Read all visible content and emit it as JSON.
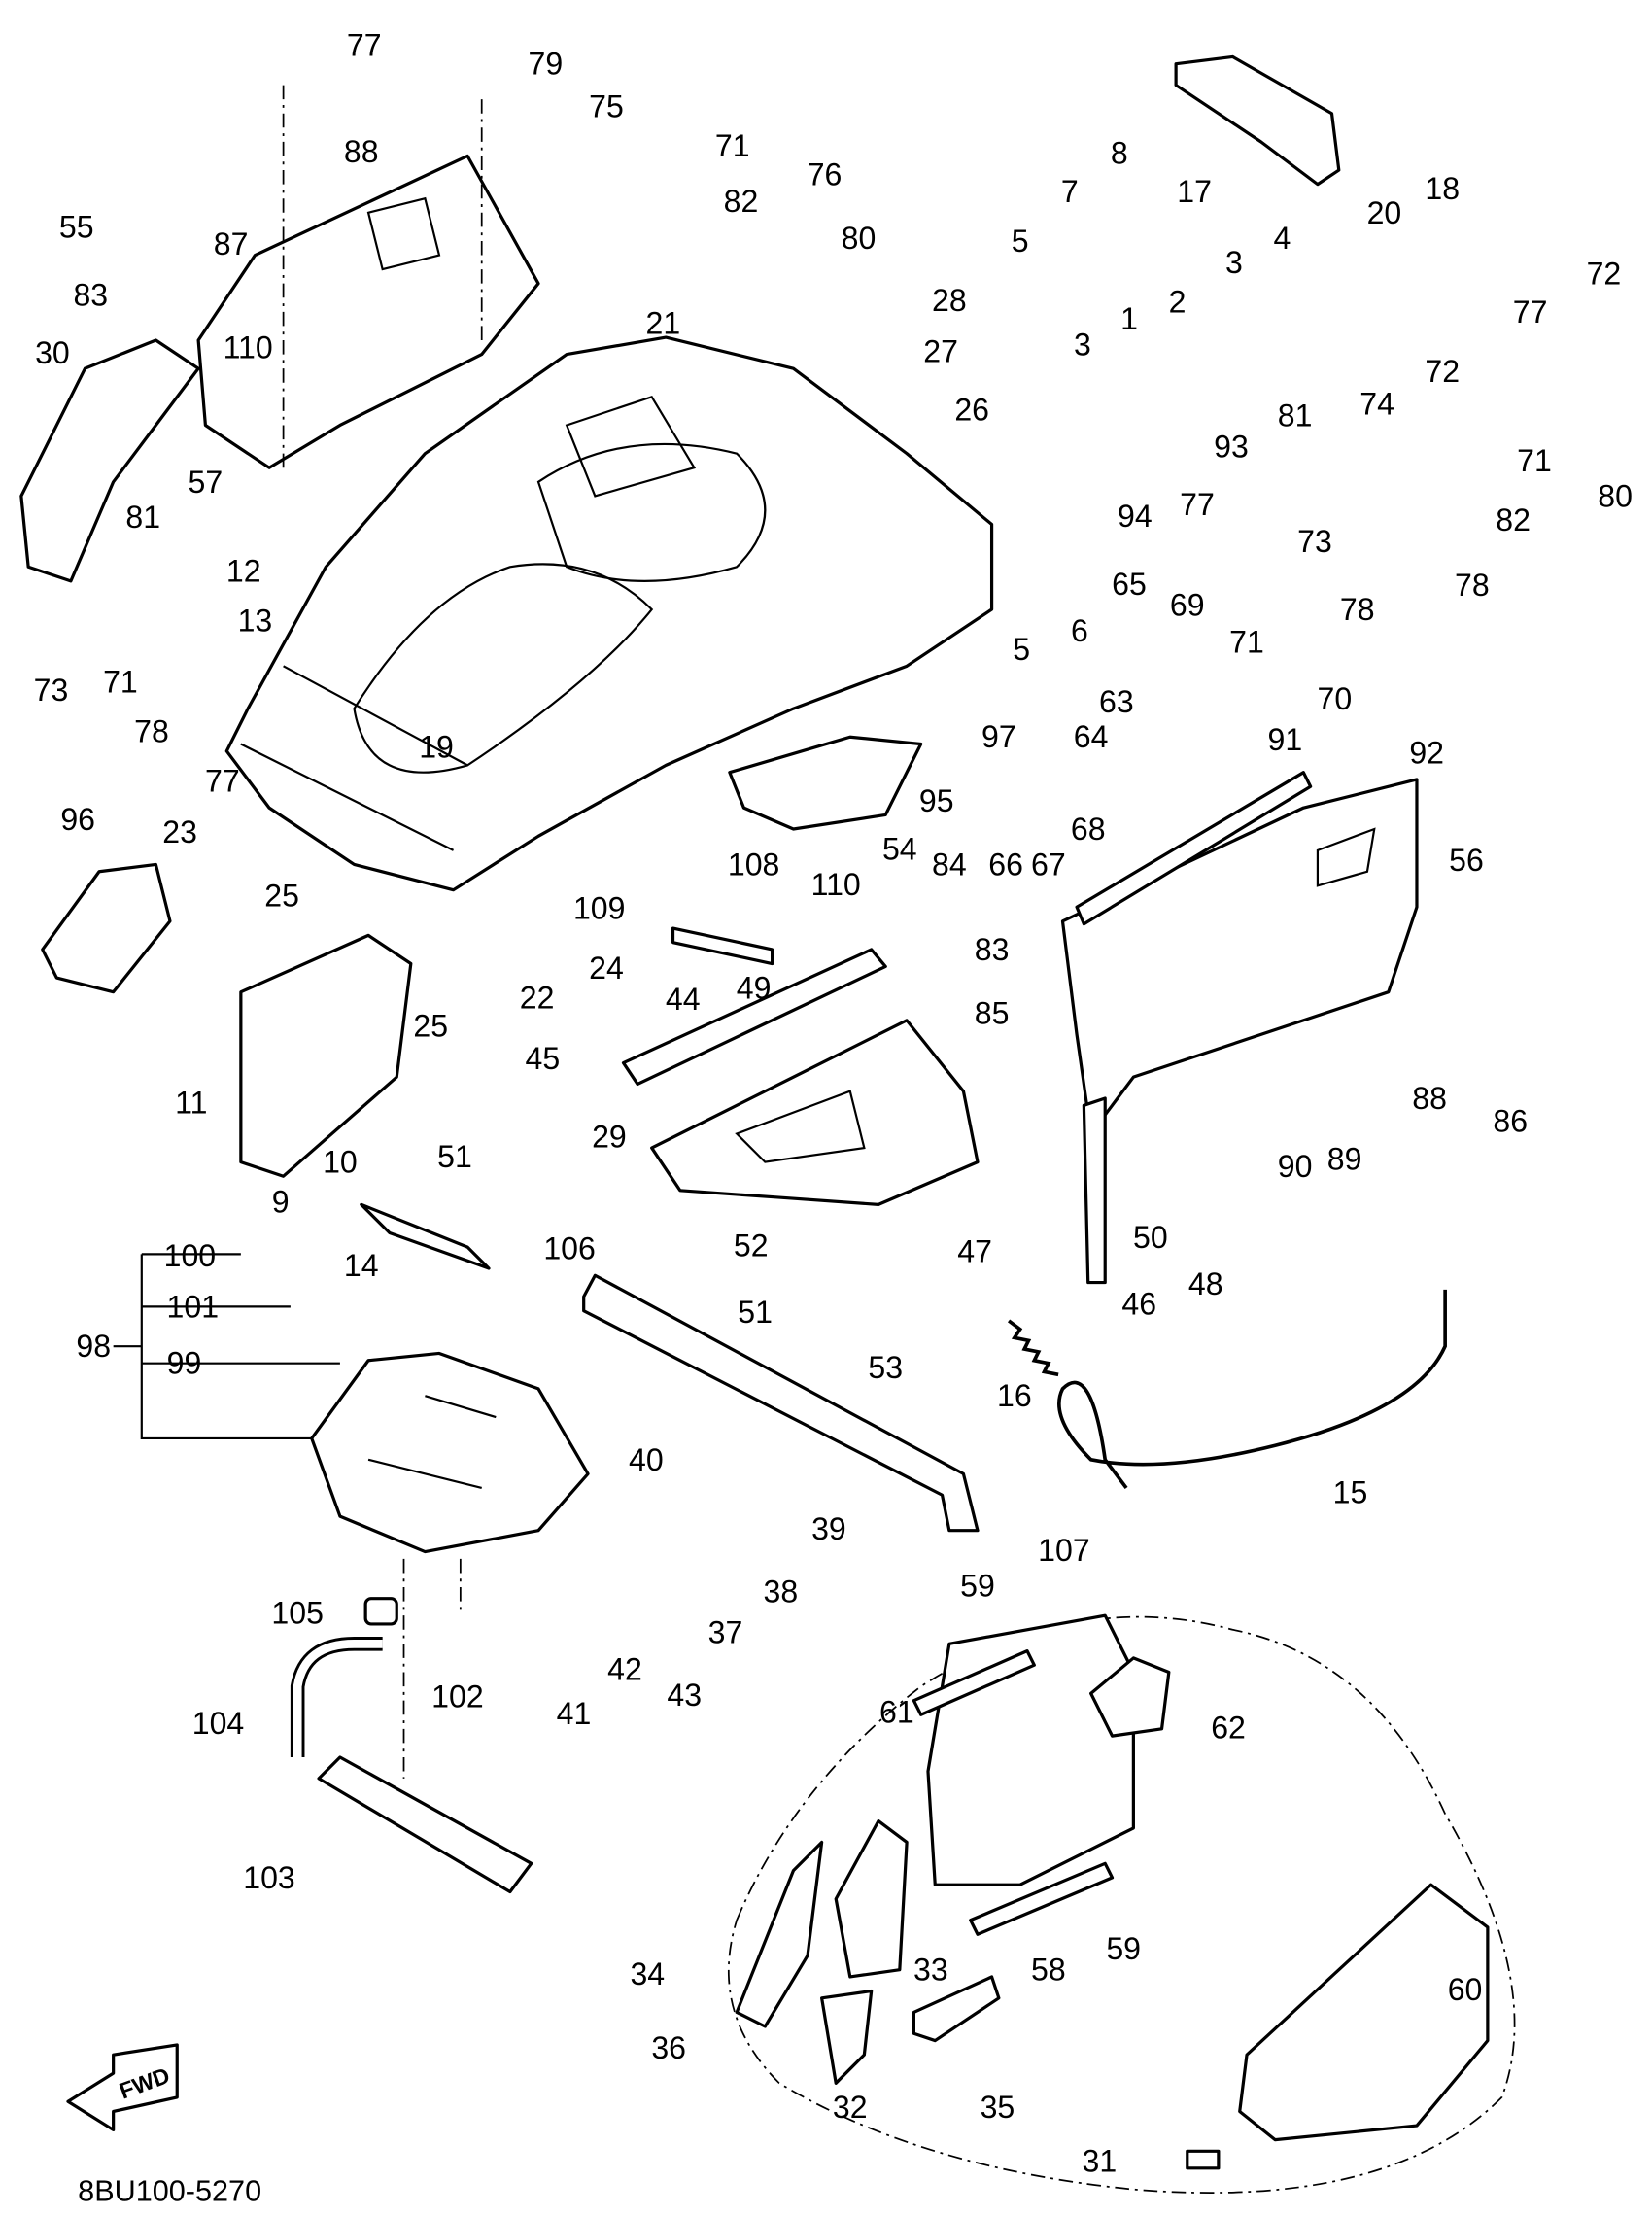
{
  "diagram": {
    "type": "exploded parts diagram",
    "drawing_code": "8BU100-5270",
    "direction_marker": "FWD",
    "colors": {
      "ink": "#000000",
      "background": "#ffffff"
    },
    "callouts": [
      "77",
      "79",
      "88",
      "75",
      "71",
      "82",
      "76",
      "80",
      "55",
      "87",
      "83",
      "110",
      "30",
      "57",
      "81",
      "12",
      "13",
      "73",
      "71",
      "78",
      "77",
      "21",
      "28",
      "27",
      "26",
      "8",
      "7",
      "5",
      "17",
      "20",
      "18",
      "3",
      "4",
      "2",
      "1",
      "3",
      "93",
      "94",
      "81",
      "74",
      "72",
      "77",
      "72",
      "71",
      "80",
      "82",
      "73",
      "77",
      "78",
      "78",
      "71",
      "6",
      "5",
      "65",
      "69",
      "70",
      "19",
      "97",
      "63",
      "64",
      "91",
      "92",
      "95",
      "68",
      "67",
      "66",
      "56",
      "96",
      "23",
      "25",
      "25",
      "108",
      "109",
      "110",
      "54",
      "84",
      "83",
      "24",
      "22",
      "49",
      "85",
      "44",
      "45",
      "11",
      "10",
      "9",
      "51",
      "29",
      "88",
      "86",
      "90",
      "89",
      "14",
      "47",
      "46",
      "50",
      "48",
      "100",
      "101",
      "98",
      "99",
      "106",
      "52",
      "51",
      "53",
      "16",
      "15",
      "40",
      "39",
      "107",
      "38",
      "37",
      "105",
      "102",
      "41",
      "42",
      "43",
      "104",
      "59",
      "61",
      "62",
      "103",
      "58",
      "59",
      "34",
      "33",
      "36",
      "32",
      "35",
      "60",
      "31"
    ]
  }
}
